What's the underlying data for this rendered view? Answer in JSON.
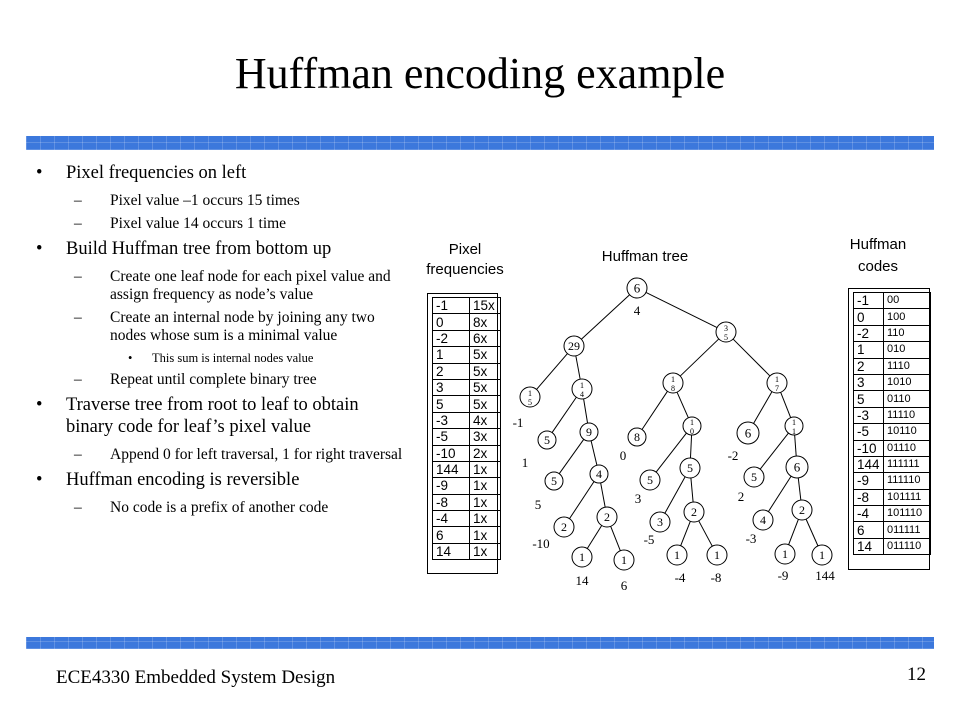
{
  "title": "Huffman encoding example",
  "footer": {
    "course": "ECE4330 Embedded System Design",
    "page": "12"
  },
  "bullets": [
    {
      "level": 1,
      "text": "Pixel frequencies on left"
    },
    {
      "level": 2,
      "text": "Pixel value –1 occurs 15 times"
    },
    {
      "level": 2,
      "text": "Pixel value 14 occurs 1 time"
    },
    {
      "level": 1,
      "text": "Build Huffman tree from bottom up"
    },
    {
      "level": 2,
      "text": "Create one leaf node for each pixel value and assign frequency as node’s value"
    },
    {
      "level": 2,
      "text": "Create an internal node by joining any two nodes whose sum is a minimal value"
    },
    {
      "level": 3,
      "text": "This sum is internal nodes value"
    },
    {
      "level": 2,
      "text": "Repeat until complete binary tree"
    },
    {
      "level": 1,
      "text": "Traverse tree from root to leaf to obtain binary code for leaf’s pixel value"
    },
    {
      "level": 2,
      "text": "Append 0 for left traversal, 1 for right traversal"
    },
    {
      "level": 1,
      "text": "Huffman encoding is reversible"
    },
    {
      "level": 2,
      "text": "No code is a prefix of another code"
    }
  ],
  "labels": {
    "pixel_freq_1": "Pixel",
    "pixel_freq_2": "frequencies",
    "huffman_tree": "Huffman tree",
    "huffman_codes_1": "Huffman",
    "huffman_codes_2": "codes"
  },
  "frequencies": [
    [
      "-1",
      "15x"
    ],
    [
      "0",
      "8x"
    ],
    [
      "-2",
      "6x"
    ],
    [
      "1",
      "5x"
    ],
    [
      "2",
      "5x"
    ],
    [
      "3",
      "5x"
    ],
    [
      "5",
      "5x"
    ],
    [
      "-3",
      "4x"
    ],
    [
      "-5",
      "3x"
    ],
    [
      "-10",
      "2x"
    ],
    [
      "144",
      "1x"
    ],
    [
      "-9",
      "1x"
    ],
    [
      "-8",
      "1x"
    ],
    [
      "-4",
      "1x"
    ],
    [
      "6",
      "1x"
    ],
    [
      "14",
      "1x"
    ]
  ],
  "codes": [
    [
      "-1",
      "00"
    ],
    [
      "0",
      "100"
    ],
    [
      "-2",
      "110"
    ],
    [
      "1",
      "010"
    ],
    [
      "2",
      "1110"
    ],
    [
      "3",
      "1010"
    ],
    [
      "5",
      "0110"
    ],
    [
      "-3",
      "11110"
    ],
    [
      "-5",
      "10110"
    ],
    [
      "-10",
      "01110"
    ],
    [
      "144",
      "111111"
    ],
    [
      "-9",
      "111110"
    ],
    [
      "-8",
      "101111"
    ],
    [
      "-4",
      "101110"
    ],
    [
      "6",
      "011111"
    ],
    [
      "14",
      "011110"
    ]
  ],
  "tree_nodes": [
    {
      "id": "root",
      "t1": "6",
      "t2": "4"
    },
    {
      "id": "n29",
      "t1": "29"
    },
    {
      "id": "n35",
      "t1": "3",
      "t2": "5"
    },
    {
      "id": "n15",
      "t1": "1",
      "t2": "5"
    },
    {
      "id": "n14",
      "t1": "1",
      "t2": "4"
    },
    {
      "id": "n18",
      "t1": "1",
      "t2": "8"
    },
    {
      "id": "n17",
      "t1": "1",
      "t2": "7"
    },
    {
      "id": "n5a",
      "t1": "5"
    },
    {
      "id": "n9",
      "t1": "9"
    },
    {
      "id": "n8",
      "t1": "8"
    },
    {
      "id": "n10",
      "t1": "1",
      "t2": "0"
    },
    {
      "id": "n6a",
      "t1": "6"
    },
    {
      "id": "n11",
      "t1": "1",
      "t2": "1"
    },
    {
      "id": "n5b",
      "t1": "5"
    },
    {
      "id": "n4a",
      "t1": "4"
    },
    {
      "id": "n5c",
      "t1": "5"
    },
    {
      "id": "n5d",
      "t1": "5"
    },
    {
      "id": "n5e",
      "t1": "5"
    },
    {
      "id": "n6b",
      "t1": "6"
    },
    {
      "id": "n2a",
      "t1": "2"
    },
    {
      "id": "n2b",
      "t1": "2"
    },
    {
      "id": "n3",
      "t1": "3"
    },
    {
      "id": "n2c",
      "t1": "2"
    },
    {
      "id": "n4b",
      "t1": "4"
    },
    {
      "id": "n2d",
      "t1": "2"
    },
    {
      "id": "n1a",
      "t1": "1"
    },
    {
      "id": "n1b",
      "t1": "1"
    },
    {
      "id": "n1c",
      "t1": "1"
    },
    {
      "id": "n1d",
      "t1": "1"
    },
    {
      "id": "n1e",
      "t1": "1"
    },
    {
      "id": "n1f",
      "t1": "1"
    }
  ],
  "tree_edges": [
    [
      "root",
      "n29"
    ],
    [
      "root",
      "n35"
    ],
    [
      "n29",
      "n15"
    ],
    [
      "n29",
      "n14"
    ],
    [
      "n35",
      "n18"
    ],
    [
      "n35",
      "n17"
    ],
    [
      "n14",
      "n5a"
    ],
    [
      "n14",
      "n9"
    ],
    [
      "n18",
      "n8"
    ],
    [
      "n18",
      "n10"
    ],
    [
      "n17",
      "n6a"
    ],
    [
      "n17",
      "n11"
    ],
    [
      "n9",
      "n5b"
    ],
    [
      "n9",
      "n4a"
    ],
    [
      "n10",
      "n5c"
    ],
    [
      "n10",
      "n5d"
    ],
    [
      "n11",
      "n5e"
    ],
    [
      "n11",
      "n6b"
    ],
    [
      "n4a",
      "n2a"
    ],
    [
      "n4a",
      "n2b"
    ],
    [
      "n5d",
      "n3"
    ],
    [
      "n5d",
      "n2c"
    ],
    [
      "n6b",
      "n4b"
    ],
    [
      "n6b",
      "n2d"
    ],
    [
      "n2b",
      "n1a"
    ],
    [
      "n2b",
      "n1b"
    ],
    [
      "n2c",
      "n1c"
    ],
    [
      "n2c",
      "n1d"
    ],
    [
      "n2d",
      "n1e"
    ],
    [
      "n2d",
      "n1f"
    ]
  ],
  "leaf_labels": [
    {
      "id": "l_m1",
      "text": "-1"
    },
    {
      "id": "l_1",
      "text": "1"
    },
    {
      "id": "l_5",
      "text": "5"
    },
    {
      "id": "l_m10",
      "text": "-10"
    },
    {
      "id": "l_14",
      "text": "14"
    },
    {
      "id": "l_6",
      "text": "6"
    },
    {
      "id": "l_0",
      "text": "0"
    },
    {
      "id": "l_3",
      "text": "3"
    },
    {
      "id": "l_m5",
      "text": "-5"
    },
    {
      "id": "l_m4",
      "text": "-4"
    },
    {
      "id": "l_m8",
      "text": "-8"
    },
    {
      "id": "l_m2",
      "text": "-2"
    },
    {
      "id": "l_2",
      "text": "2"
    },
    {
      "id": "l_m3",
      "text": "-3"
    },
    {
      "id": "l_m9",
      "text": "-9"
    },
    {
      "id": "l_144",
      "text": "144"
    }
  ]
}
